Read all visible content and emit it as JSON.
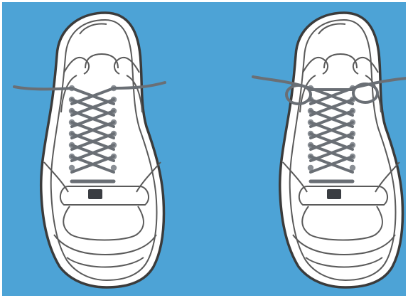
{
  "colors": {
    "background": "#4da3d6",
    "shoe_fill": "#ffffff",
    "shoe_outline": "#3b3b3b",
    "seam": "#5a5a5a",
    "lace": "#6a6f75",
    "eyelet": "#8a8f95",
    "lace_end": "#3a3d42"
  },
  "shoes": [
    {
      "id": "left",
      "lacing": "criss-cross",
      "lace_end_style": "straight"
    },
    {
      "id": "right",
      "lacing": "criss-cross",
      "lace_end_style": "lock-loop"
    }
  ]
}
